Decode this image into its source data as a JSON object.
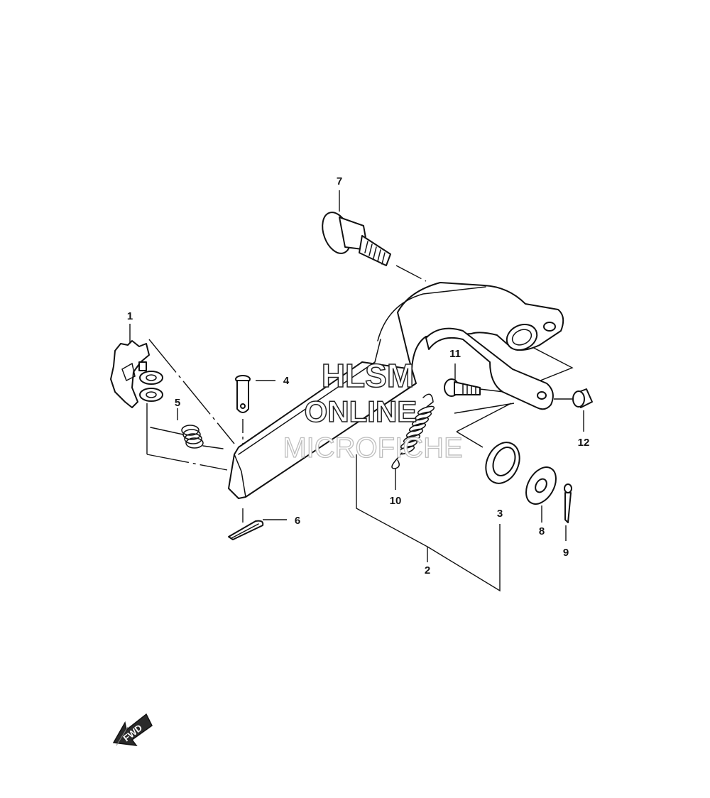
{
  "callouts": {
    "p1": "1",
    "p2": "2",
    "p3": "3",
    "p4": "4",
    "p5": "5",
    "p6": "6",
    "p7": "7",
    "p8": "8",
    "p9": "9",
    "p10": "10",
    "p11": "11",
    "p12": "12"
  },
  "watermark": {
    "line1": "HLSM",
    "line2": "ONLINE",
    "line3": "MICROFICHE"
  },
  "fwd_label": "FWD",
  "colors": {
    "ink": "#111111",
    "background": "#ffffff",
    "watermark_faint": "#bdbdbd"
  }
}
